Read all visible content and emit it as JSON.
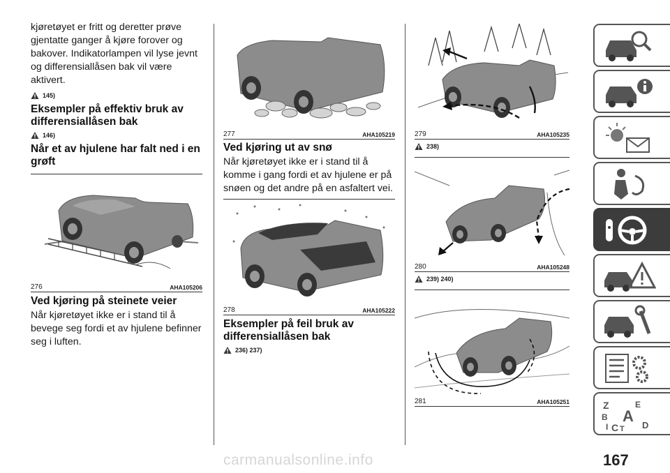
{
  "col1": {
    "intro": "kjøretøyet er fritt og deretter prøve gjentatte ganger å kjøre forover og bakover. Indikatorlampen vil lyse jevnt og differensiallåsen bak vil være aktivert.",
    "warn1": "145)",
    "heading1": "Eksempler på effektiv bruk av differensiallåsen bak",
    "warn2": "146)",
    "heading2": "Når et av hjulene har falt ned i en grøft",
    "fig": {
      "num": "276",
      "code": "AHA105206"
    },
    "heading3": "Ved kjøring på steinete veier",
    "body3": "Når kjøretøyet ikke er i stand til å bevege seg fordi et av hjulene befinner seg i luften."
  },
  "col2": {
    "fig1": {
      "num": "277",
      "code": "AHA105219"
    },
    "heading1": "Ved kjøring ut av snø",
    "body1": "Når kjøretøyet ikke er i stand til å komme i gang fordi et av hjulene er på snøen og det andre på en asfaltert vei.",
    "fig2": {
      "num": "278",
      "code": "AHA105222"
    },
    "heading2": "Eksempler på feil bruk av differensiallåsen bak",
    "warn": "236) 237)"
  },
  "col3": {
    "fig1": {
      "num": "279",
      "code": "AHA105235"
    },
    "warn1": "238)",
    "fig2": {
      "num": "280",
      "code": "AHA105248"
    },
    "warn2": "239) 240)",
    "fig3": {
      "num": "281",
      "code": "AHA105251"
    }
  },
  "sidebar": {
    "tabs": [
      "car-search-icon",
      "car-info-icon",
      "warning-light-envelope-icon",
      "airbag-person-icon",
      "key-steering-wheel-icon",
      "car-warning-triangle-icon",
      "car-wrench-icon",
      "list-gears-icon",
      "alphabet-index-icon"
    ],
    "active_index": 4,
    "index_letters": [
      "Z",
      "E",
      "B",
      "A",
      "I",
      "C",
      "T",
      "D"
    ]
  },
  "page_number": "167",
  "watermark": "carmanualsonline.info"
}
